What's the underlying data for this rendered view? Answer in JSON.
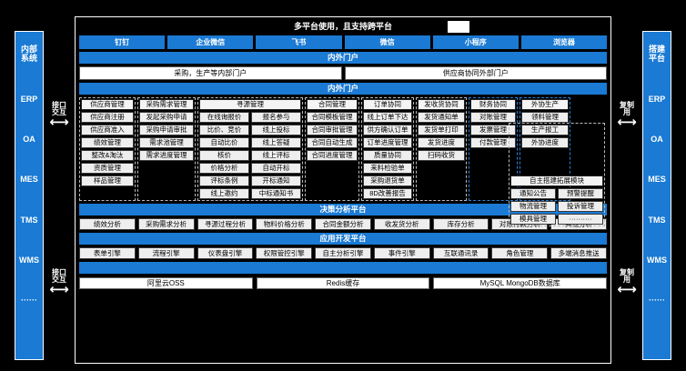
{
  "title": "多平台使用，且支持跨平台",
  "colors": {
    "accent": "#1a7ad4",
    "tile": "#eeeeee",
    "frame": "#ffffff",
    "bg": "#000000"
  },
  "left_rail": {
    "items": [
      {
        "label": "内部\n系统"
      },
      {
        "label": "ERP"
      },
      {
        "label": "OA"
      },
      {
        "label": "MES"
      },
      {
        "label": "TMS"
      },
      {
        "label": "WMS"
      },
      {
        "label": "······"
      }
    ],
    "arrows": [
      {
        "label": "接口\n交互",
        "glyph": "⟷"
      },
      {
        "label": "接口\n交互",
        "glyph": "⟷"
      }
    ]
  },
  "right_rail": {
    "items": [
      {
        "label": "搭建\n平台"
      },
      {
        "label": "ERP"
      },
      {
        "label": "OA"
      },
      {
        "label": "MES"
      },
      {
        "label": "TMS"
      },
      {
        "label": "WMS"
      },
      {
        "label": "······"
      }
    ],
    "arrows": [
      {
        "label": "复制\n用",
        "glyph": "⟷"
      },
      {
        "label": "复制\n用",
        "glyph": "⟷"
      }
    ]
  },
  "platforms": [
    "钉钉",
    "企业微信",
    "飞书",
    "微信",
    "小程序",
    "浏览器"
  ],
  "portal_banner_1": "内外门户",
  "portals": [
    "采购，生产等内部门户",
    "供应商协同外部门户"
  ],
  "portal_banner_2": "内外门户",
  "modules": [
    {
      "name": "supplier-management",
      "header": "供应商管理",
      "width_class": "w1",
      "columns": [
        [
          "供应商注册",
          "供应商准入",
          "绩效管理",
          "整改&淘汰",
          "资质管理",
          "样品管理"
        ]
      ]
    },
    {
      "name": "purchase-demand-management",
      "header": "采购需求管理",
      "width_class": "w2",
      "columns": [
        [
          "发起采购申请",
          "采购申请审批",
          "需求池管理",
          "需求进度管理"
        ]
      ]
    },
    {
      "name": "sourcing-management",
      "header": "寻源管理",
      "width_class": "w3",
      "columns": [
        [
          "在线询报价",
          "比价、竞价",
          "自动比价",
          "核价",
          "价格分析",
          "评标条例",
          "线上邀约"
        ],
        [
          "报名参与",
          "线上投标",
          "线上答疑",
          "线上评标",
          "自动开标",
          "开标通知",
          "中标通知书"
        ]
      ]
    },
    {
      "name": "contract-management",
      "header": "合同管理",
      "width_class": "w4",
      "columns": [
        [
          "合同模板管理",
          "合同审批管理",
          "合同自动生成",
          "合同进度管理"
        ]
      ]
    },
    {
      "name": "order-collaboration",
      "header": "订单协同",
      "width_class": "w5",
      "columns": [
        [
          "线上订单下达",
          "供方确认订单",
          "订单进度管理",
          "质量协同",
          "来料检验单",
          "采购退货单",
          "8D改善报告"
        ]
      ]
    },
    {
      "name": "delivery-collaboration",
      "header": "发收货协同",
      "width_class": "w6",
      "columns": [
        [
          "发货通知单",
          "发货单打印",
          "发货进度",
          "扫码收货"
        ]
      ]
    },
    {
      "name": "finance-collaboration",
      "header": "财务协同",
      "width_class": "w7",
      "highlight": true,
      "columns": [
        [
          "对账管理",
          "发票管理",
          "付款管理"
        ]
      ]
    },
    {
      "name": "outsourced-production",
      "header": "外协生产",
      "width_class": "w8",
      "highlight": true,
      "columns": [
        [
          "领料管理",
          "生产报工",
          "外协进度"
        ]
      ]
    }
  ],
  "extension": {
    "header": "自主搭建拓展模块",
    "columns": [
      [
        "通知公告",
        "物流管理",
        "模具管理"
      ],
      [
        "预警提醒",
        "投诉管理",
        "··········"
      ]
    ]
  },
  "analysis": {
    "banner": "决策分析平台",
    "items": [
      "绩效分析",
      "采购需求分析",
      "寻源过程分析",
      "物料价格分析",
      "合同金额分析",
      "收发货分析",
      "库存分析",
      "对账付款分析",
      "其他分析"
    ]
  },
  "appdev": {
    "banner": "应用开发平台",
    "items": [
      "表单引擎",
      "流程引擎",
      "仪表盘引擎",
      "权限管控引擎",
      "自主分析引擎",
      "事件引擎",
      "互联通讯录",
      "角色管理",
      "多端消息推送"
    ]
  },
  "infra": {
    "banner": "",
    "items": [
      "阿里云OSS",
      "Redis缓存",
      "MySQL MongoDB数据库"
    ]
  }
}
